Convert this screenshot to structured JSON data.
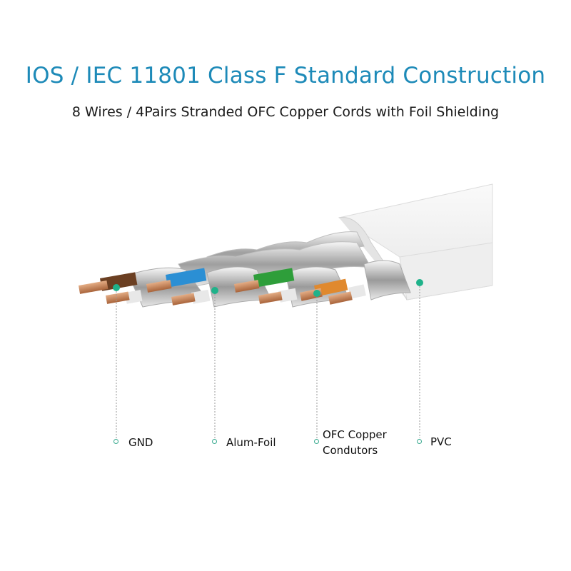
{
  "header": {
    "title": "IOS / IEC 11801 Class F Standard Construction",
    "subtitle": "8 Wires / 4Pairs Stranded OFC Copper Cords with Foil Shielding"
  },
  "callouts": [
    {
      "id": "gnd",
      "label": "GND"
    },
    {
      "id": "alum-foil",
      "label": "Alum-Foil"
    },
    {
      "id": "ofc-copper",
      "label_line1": "OFC Copper",
      "label_line2": "Condutors"
    },
    {
      "id": "pvc",
      "label": "PVC"
    }
  ],
  "colors": {
    "title": "#1d8ab8",
    "marker": "#1fb28a",
    "copper": "#c98a5e",
    "pair_brown": "#6b3f22",
    "pair_blue": "#2b8fd4",
    "pair_green": "#2e9e3a",
    "pair_orange": "#e0892e",
    "jacket": "#f0f0f0"
  }
}
